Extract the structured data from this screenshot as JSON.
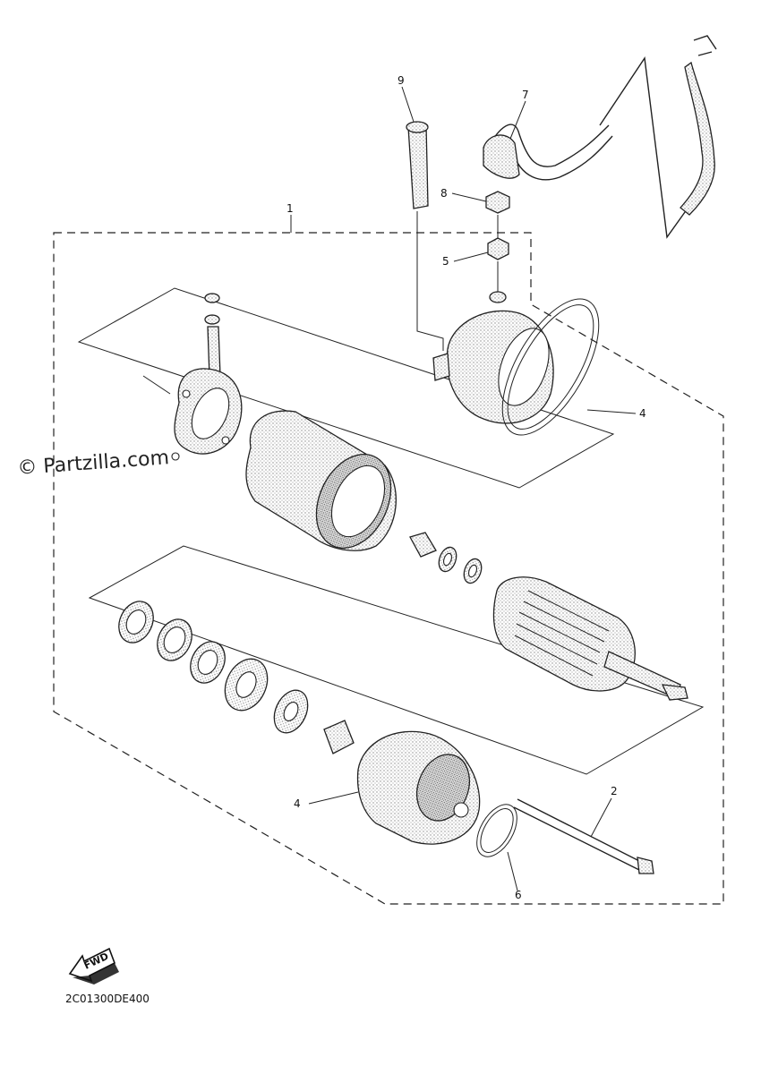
{
  "watermark": "© Partzilla.com",
  "diagram_code": "2C01300DE400",
  "fwd_label": "FWD",
  "callouts": {
    "c1": "1",
    "c2": "2",
    "c4a": "4",
    "c4b": "4",
    "c5": "5",
    "c6": "6",
    "c7": "7",
    "c8": "8",
    "c9": "9"
  },
  "colors": {
    "line": "#222222",
    "stipple": "#8a8a8a",
    "background": "#ffffff"
  },
  "icons": {
    "fwd_arrow": "fwd-arrow-icon"
  }
}
